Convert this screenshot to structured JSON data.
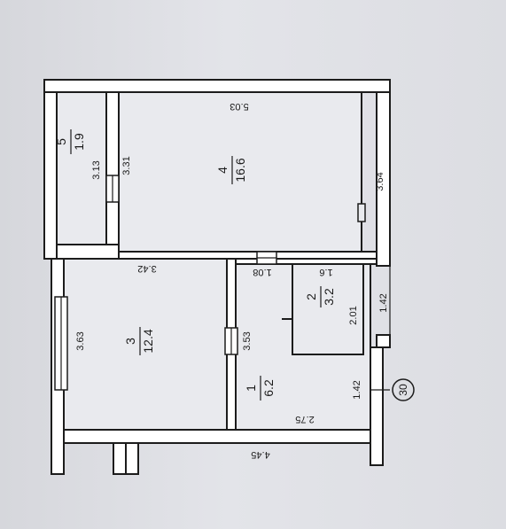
{
  "plan": {
    "rooms": [
      {
        "number": "5",
        "area": "1.9"
      },
      {
        "number": "4",
        "area": "16.6"
      },
      {
        "number": "3",
        "area": "12.4"
      },
      {
        "number": "2",
        "area": "3.2"
      },
      {
        "number": "1",
        "area": "6.2"
      }
    ],
    "dimensions": {
      "d_5_03": "5.03",
      "d_3_13": "3.13",
      "d_3_31": "3.31",
      "d_3_64": "3.64",
      "d_3_42": "3.42",
      "d_1_08": "1.08",
      "d_1_6": "1.6",
      "d_3_63": "3.63",
      "d_3_53": "3.53",
      "d_2_01": "2.01",
      "d_1_42_a": "1.42",
      "d_1_42_b": "1.42",
      "d_2_75": "2.75",
      "d_4_45": "4.45"
    },
    "axis_marker": "30"
  }
}
